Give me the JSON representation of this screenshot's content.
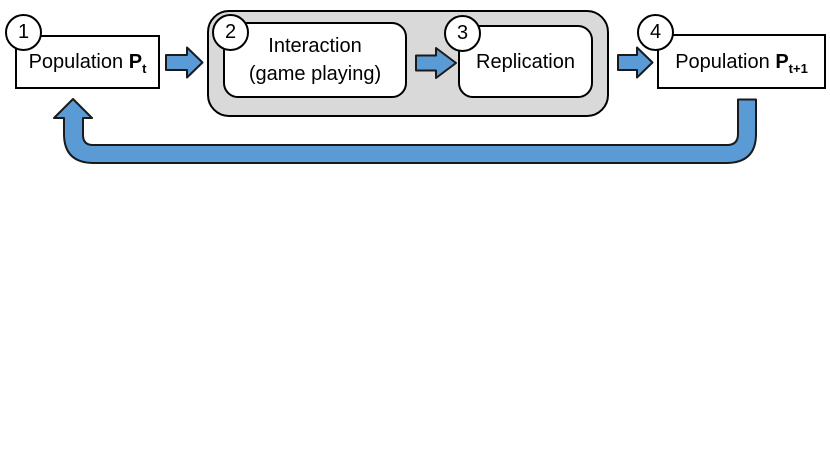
{
  "colors": {
    "arrow_fill": "#5b9bd5",
    "arrow_stroke": "#1a1a1a",
    "container_fill": "#d9d9d9",
    "box_fill": "#ffffff",
    "border": "#000000",
    "text": "#000000"
  },
  "steps": [
    {
      "number": "1",
      "label": "Population",
      "symbol": "P",
      "subscript": "t"
    },
    {
      "number": "2",
      "line1": "Interaction",
      "line2": "(game playing)"
    },
    {
      "number": "3",
      "label": "Replication"
    },
    {
      "number": "4",
      "label": "Population",
      "symbol": "P",
      "subscript": "t+1"
    }
  ]
}
